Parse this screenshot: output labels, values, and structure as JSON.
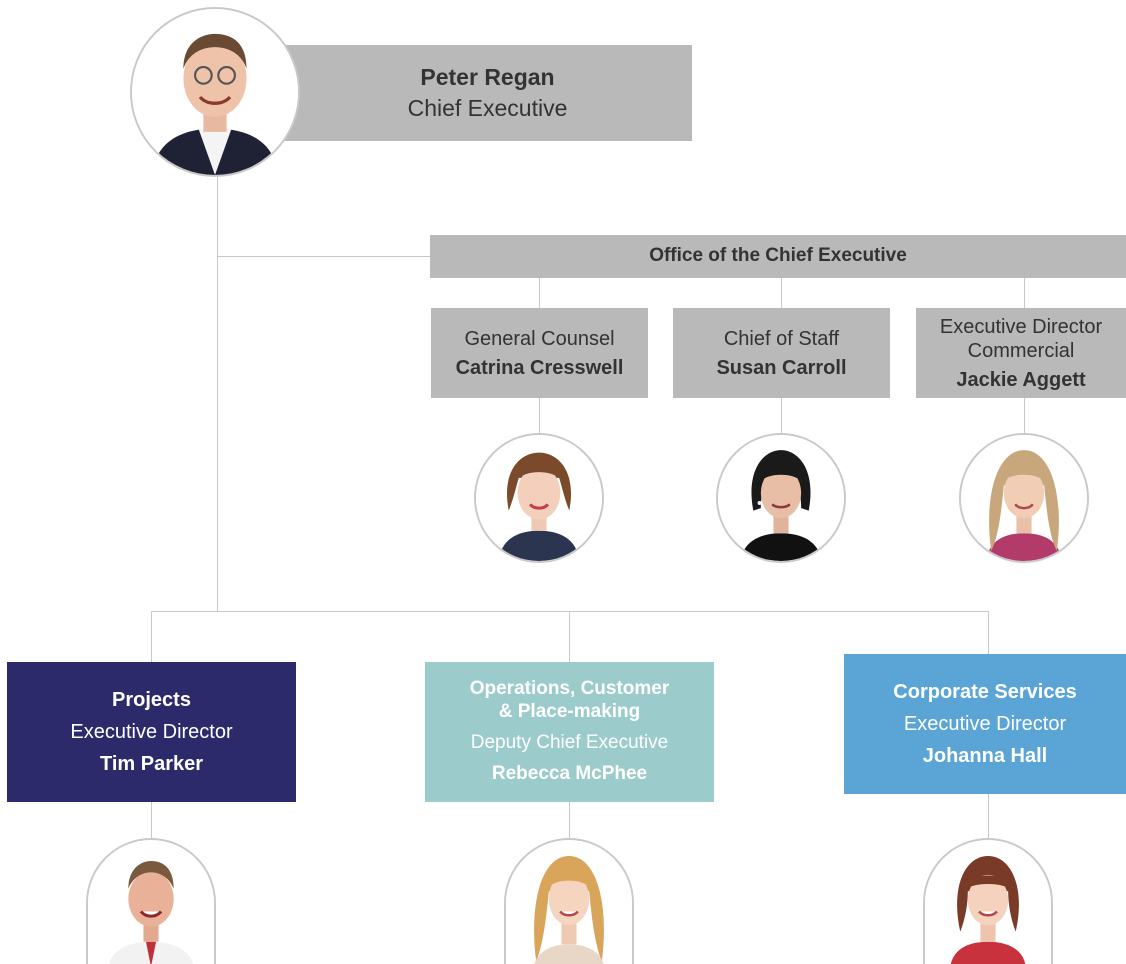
{
  "ceo": {
    "name": "Peter Regan",
    "title": "Chief Executive"
  },
  "office": {
    "heading": "Office of the Chief Executive"
  },
  "office_members": [
    {
      "role": "General Counsel",
      "name": "Catrina Cresswell"
    },
    {
      "role": "Chief of Staff",
      "name": "Susan Carroll"
    },
    {
      "role_line1": "Executive Director",
      "role_line2": "Commercial",
      "name": "Jackie Aggett"
    }
  ],
  "divisions": [
    {
      "division": "Projects",
      "role": "Executive Director",
      "name": "Tim Parker",
      "color": "#2d2a6b"
    },
    {
      "division_line1": "Operations, Customer",
      "division_line2": "& Place-making",
      "role": "Deputy Chief Executive",
      "name": "Rebecca McPhee",
      "color": "#9ccbcc"
    },
    {
      "division": "Corporate Services",
      "role": "Executive Director",
      "name": "Johanna Hall",
      "color": "#5aa5d6"
    }
  ],
  "colors": {
    "grey_box": "#b9b9b9",
    "connector": "#c8c8c8",
    "text_dark": "#333333"
  }
}
